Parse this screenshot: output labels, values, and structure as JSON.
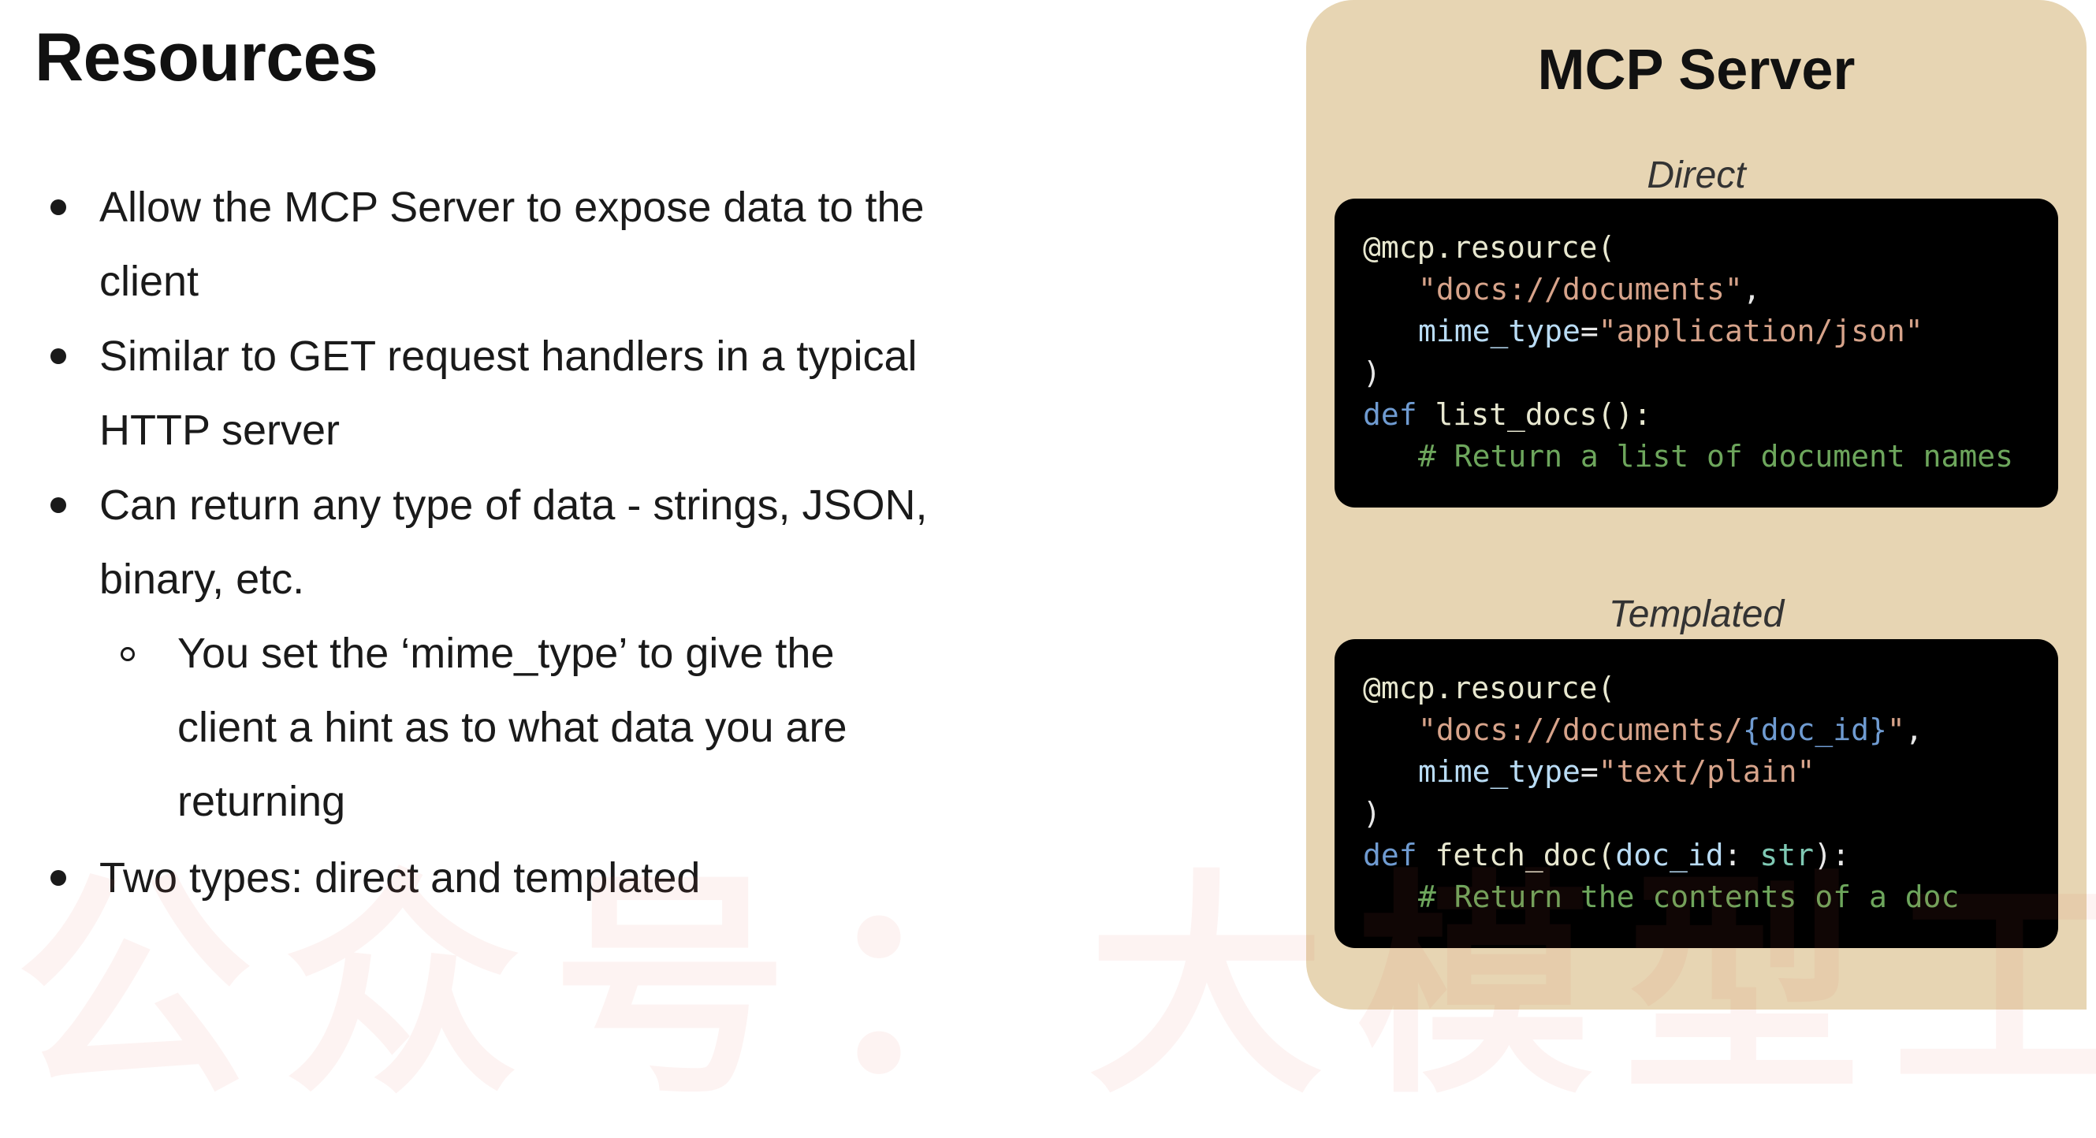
{
  "slide": {
    "title": "Resources",
    "bullets": [
      {
        "line1": "Allow the MCP Server to expose data to the",
        "line2": "client"
      },
      {
        "line1": "Similar to GET request handlers in a typical",
        "line2": "HTTP server"
      },
      {
        "line1": "Can return any type of data - strings, JSON,",
        "line2": "binary, etc."
      },
      {
        "line1": "Two types: direct and templated"
      }
    ],
    "sub_bullet": {
      "line1": "You set the ‘mime_type’ to give the",
      "line2": "client a hint as to what data you are",
      "line3": "returning"
    }
  },
  "panel": {
    "title": "MCP Server",
    "direct": {
      "label": "Direct",
      "code": {
        "decorator": "@mcp.resource(",
        "uri": "\"docs://documents\"",
        "comma": ",",
        "mime_key": "mime_type",
        "eq": "=",
        "mime_val": "\"application/json\"",
        "close": ")",
        "def_kw": "def",
        "fn_sig": "list_docs():",
        "comment": "# Return a list of document names"
      }
    },
    "templated": {
      "label": "Templated",
      "code": {
        "decorator": "@mcp.resource(",
        "uri_a": "\"docs://documents/",
        "uri_b": "{doc_id}",
        "uri_c": "\"",
        "comma": ",",
        "mime_key": "mime_type",
        "eq": "=",
        "mime_val": "\"text/plain\"",
        "close": ")",
        "def_kw": "def",
        "fn_name": "fetch_doc(",
        "param": "doc_id",
        "colon": ": ",
        "type": "str",
        "fn_end": "):",
        "comment": "# Return the contents of a doc"
      }
    }
  },
  "watermark": "公众号：大模型工坊",
  "colors": {
    "panel_bg": "#e7d5b3",
    "code_bg": "#000000",
    "keyword": "#6f9bd1",
    "string": "#d7a38a",
    "comment": "#6da65c"
  }
}
